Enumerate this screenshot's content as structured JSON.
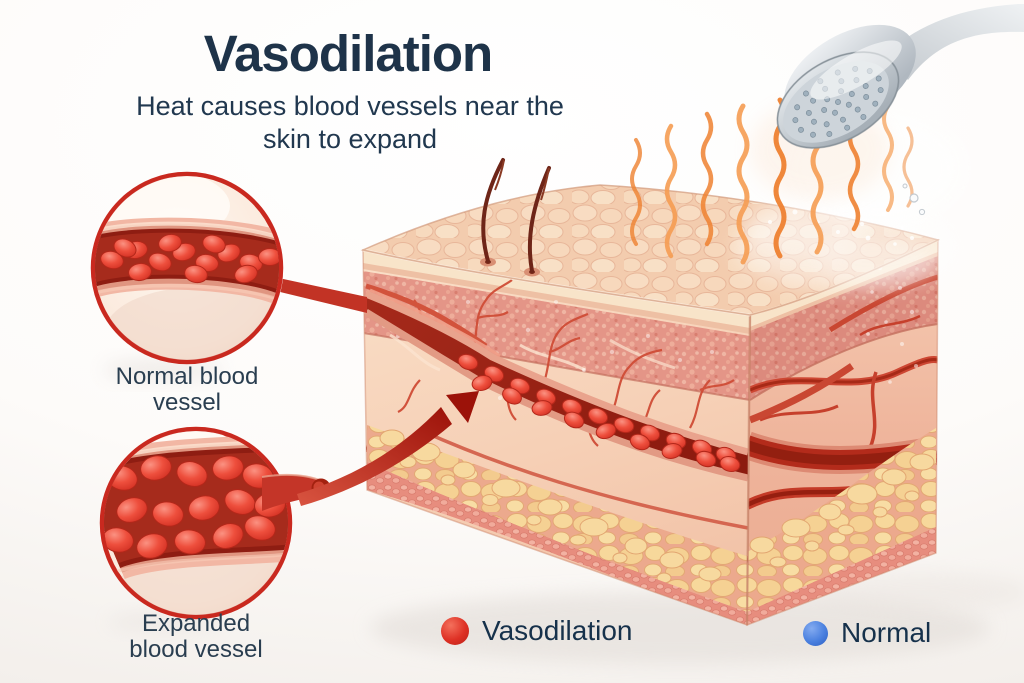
{
  "page": {
    "background_color": "#fdfbf9",
    "accent_red": "#c9291f",
    "text_color": "#1e3349"
  },
  "header": {
    "title": "Vasodilation",
    "subtitle_line1": "Heat causes blood vessels near the",
    "subtitle_line2": "skin to expand"
  },
  "insets": {
    "normal_vessel": {
      "label_line1": "Normal blood",
      "label_line2": "vessel"
    },
    "expanded_vessel": {
      "label_line1": "Expanded",
      "label_line2": "blood vessel"
    }
  },
  "legend": {
    "items": [
      {
        "label": "Vasodilation",
        "color": "#de3125"
      },
      {
        "label": "Normal",
        "color": "#4a80df"
      }
    ]
  },
  "illustration": {
    "icons": [
      {
        "name": "shower-head-icon",
        "meaning": "hot water shower"
      },
      {
        "name": "heat-waves-icon",
        "meaning": "rising heat"
      },
      {
        "name": "skin-cross-section",
        "meaning": "3D skin block with epidermis, dermis, vessels and fat layer"
      },
      {
        "name": "normal-vessel-magnifier",
        "meaning": "close-up of a normal blood vessel"
      },
      {
        "name": "expanded-vessel-magnifier",
        "meaning": "close-up of an expanded (dilated) blood vessel"
      },
      {
        "name": "expansion-arrow",
        "meaning": "arrow pointing from expanded vessel to dilated vessel in skin"
      }
    ]
  }
}
